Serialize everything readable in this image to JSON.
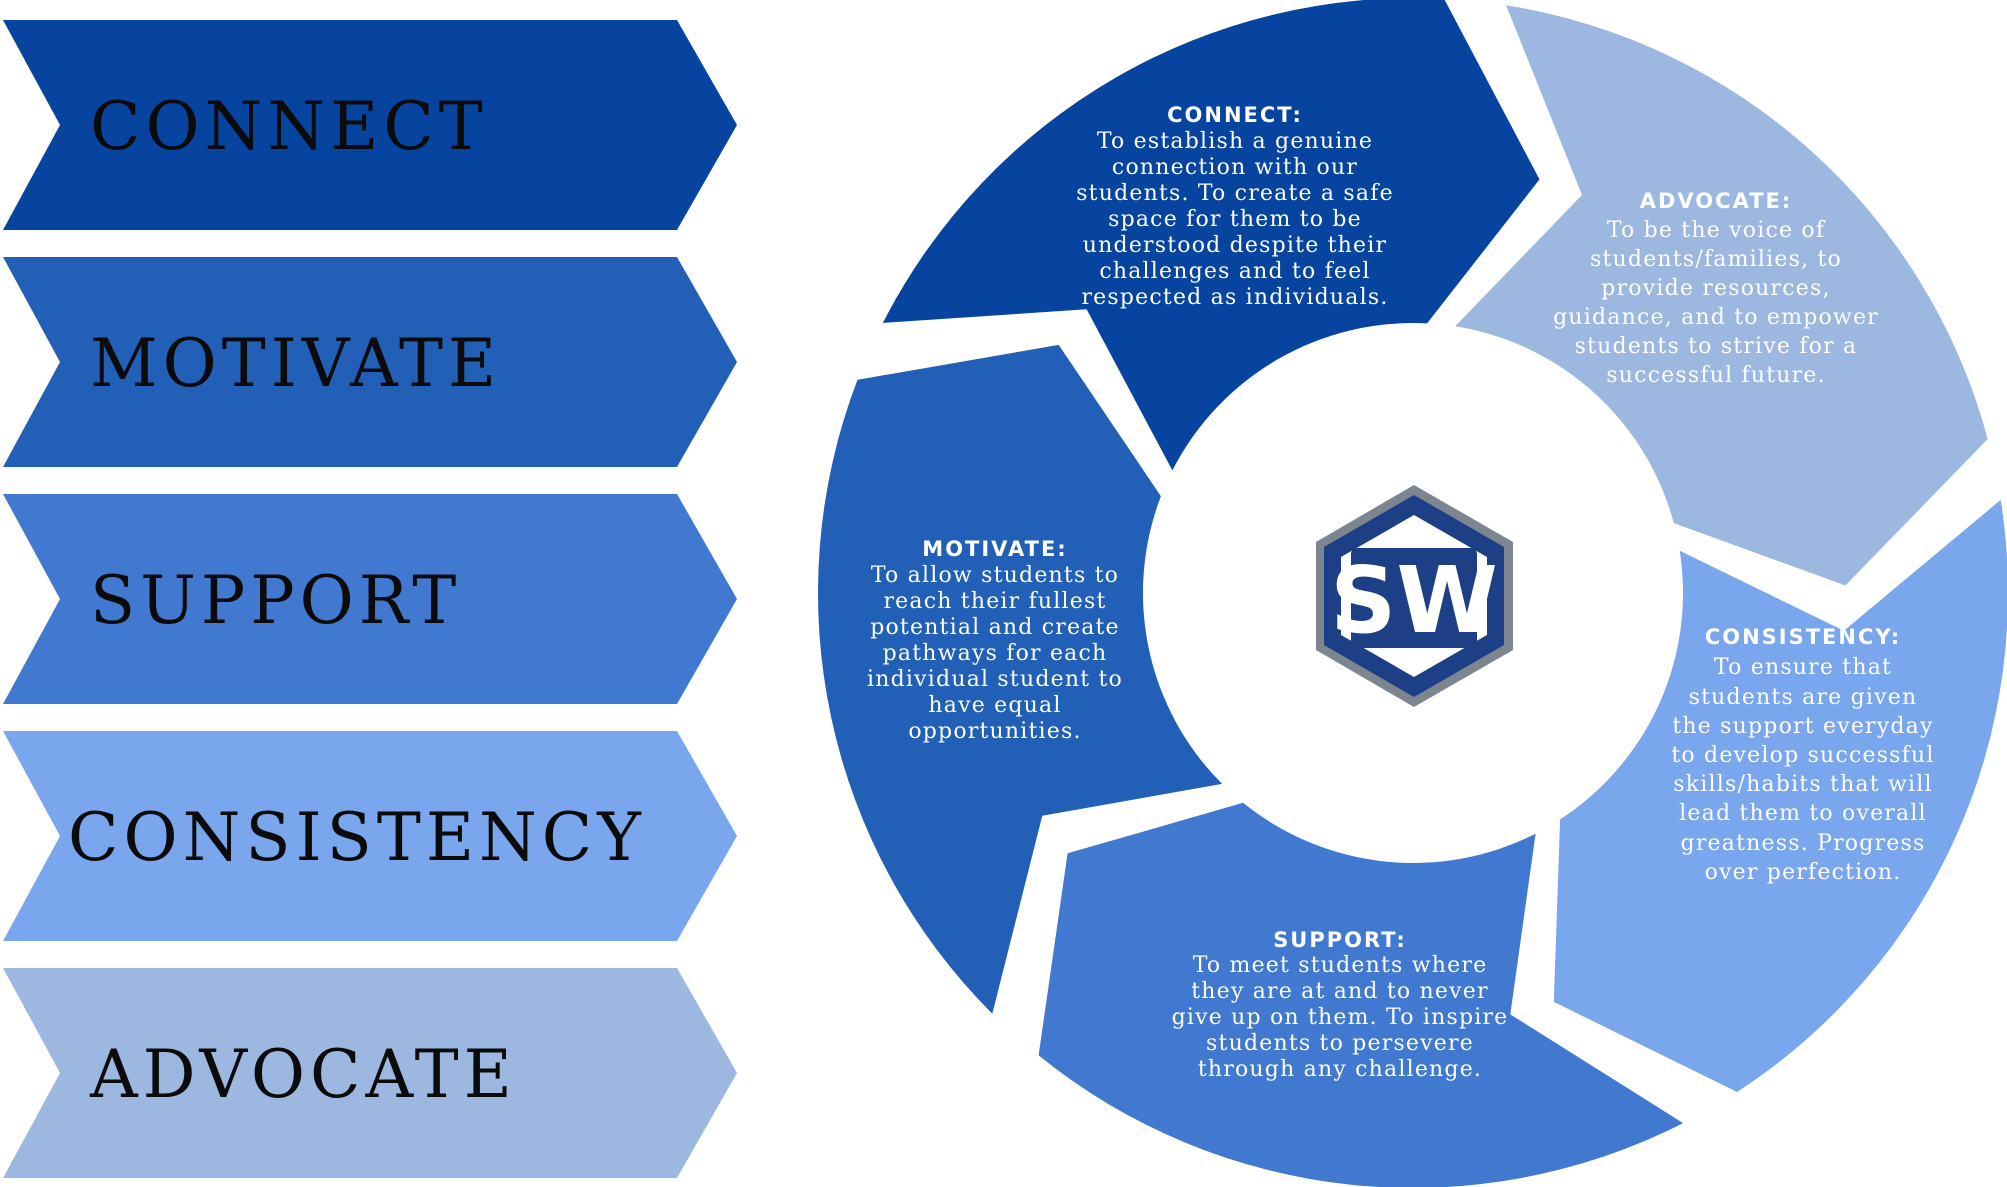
{
  "colors": {
    "connect": "#0644a0",
    "motivate": "#225fb6",
    "support": "#4179d0",
    "consistency": "#79a6ec",
    "advocate": "#9db8e0",
    "logo_navy": "#1c3f86",
    "logo_gray": "#7d8591"
  },
  "chevrons": [
    {
      "label": "CONNECT"
    },
    {
      "label": "MOTIVATE"
    },
    {
      "label": "SUPPORT"
    },
    {
      "label": "CONSISTENCY"
    },
    {
      "label": "ADVOCATE"
    }
  ],
  "cycle": {
    "connect": {
      "title": "CONNECT:",
      "lines": [
        "To establish a genuine",
        "connection with our",
        "students. To create a safe",
        "space for them to be",
        "understood despite their",
        "challenges and to feel",
        "respected as individuals."
      ]
    },
    "advocate": {
      "title": "ADVOCATE:",
      "lines": [
        "To be the voice of",
        "students/families, to",
        "provide resources,",
        "guidance, and to empower",
        "students to strive for a",
        "successful future."
      ]
    },
    "consistency": {
      "title": "CONSISTENCY:",
      "lines": [
        "To ensure that",
        "students are given",
        "the support everyday",
        "to develop successful",
        "skills/habits that will",
        "lead them to overall",
        "greatness. Progress",
        "over perfection."
      ]
    },
    "support": {
      "title": "SUPPORT:",
      "lines": [
        "To meet students where",
        "they are at and to never",
        "give up on them. To inspire",
        "students to persevere",
        "through any challenge."
      ]
    },
    "motivate": {
      "title": "MOTIVATE:",
      "lines": [
        "To allow students to",
        "reach their fullest",
        "potential and create",
        "pathways for each",
        "individual student to",
        "have equal",
        "opportunities."
      ]
    }
  },
  "logo": {
    "text": "SW"
  }
}
